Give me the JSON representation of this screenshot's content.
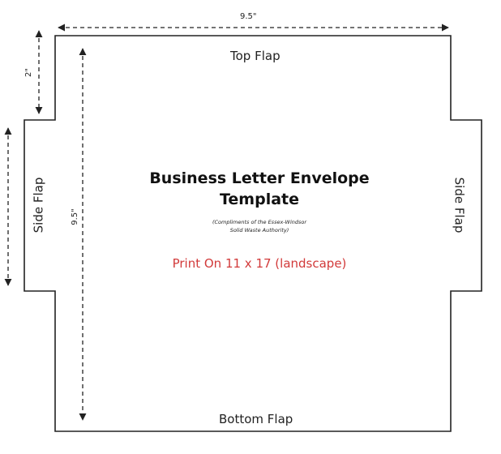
{
  "title_line1": "Business Letter Envelope",
  "title_line2": "Template",
  "credit_line1": "(Compliments of the Essex-Windsor",
  "credit_line2": "Solid Waste Authority)",
  "print_instruction": "Print On 11 x 17 (landscape)",
  "flaps": {
    "top": "Top Flap",
    "bottom": "Bottom Flap",
    "left": "Side Flap",
    "right": "Side Flap"
  },
  "dimensions": {
    "width": "9.5\"",
    "height": "9.5\"",
    "flap_depth": "2\""
  },
  "colors": {
    "outline": "#222222",
    "print_instruction": "#d23a3a"
  }
}
